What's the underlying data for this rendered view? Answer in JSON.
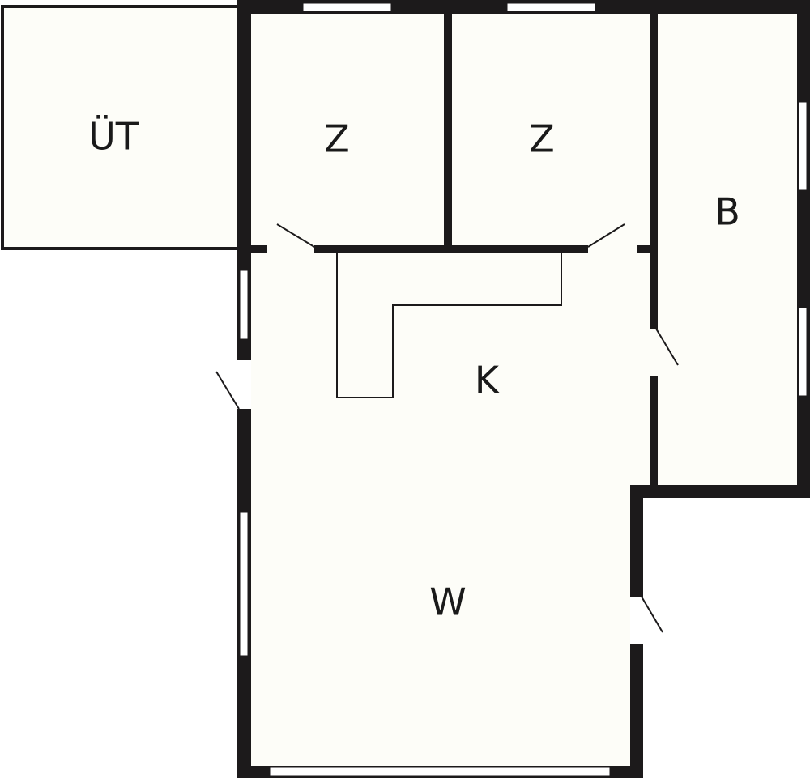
{
  "colors": {
    "floor": "#fdfdf8",
    "wall": "#1c1a1b",
    "window": "#ffffff",
    "background": "#ffffff"
  },
  "rooms": [
    {
      "id": "ut",
      "label": "ÜT"
    },
    {
      "id": "z1",
      "label": "Z"
    },
    {
      "id": "z2",
      "label": "Z"
    },
    {
      "id": "b",
      "label": "B"
    },
    {
      "id": "k",
      "label": "K"
    },
    {
      "id": "w",
      "label": "W"
    }
  ]
}
